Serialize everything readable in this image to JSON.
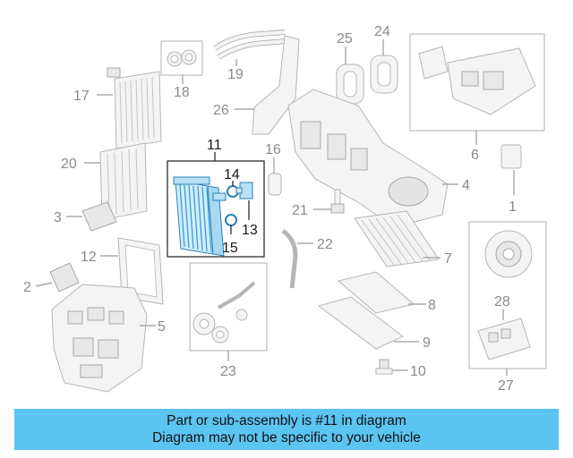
{
  "callouts": {
    "c1": "1",
    "c2": "2",
    "c3": "3",
    "c4": "4",
    "c5": "5",
    "c6": "6",
    "c7": "7",
    "c8": "8",
    "c9": "9",
    "c10": "10",
    "c11": "11",
    "c12": "12",
    "c13": "13",
    "c14": "14",
    "c15": "15",
    "c16": "16",
    "c17": "17",
    "c18": "18",
    "c19": "19",
    "c20": "20",
    "c21": "21",
    "c22": "22",
    "c23": "23",
    "c24": "24",
    "c25": "25",
    "c26": "26",
    "c27": "27",
    "c28": "28"
  },
  "highlighted_part": "11",
  "colors": {
    "highlight": "#3aa0d8",
    "banner": "#5bc4f1"
  },
  "banner": {
    "line1": "Part or sub-assembly is #11 in diagram",
    "line2": "Diagram may not be specific to your vehicle"
  }
}
